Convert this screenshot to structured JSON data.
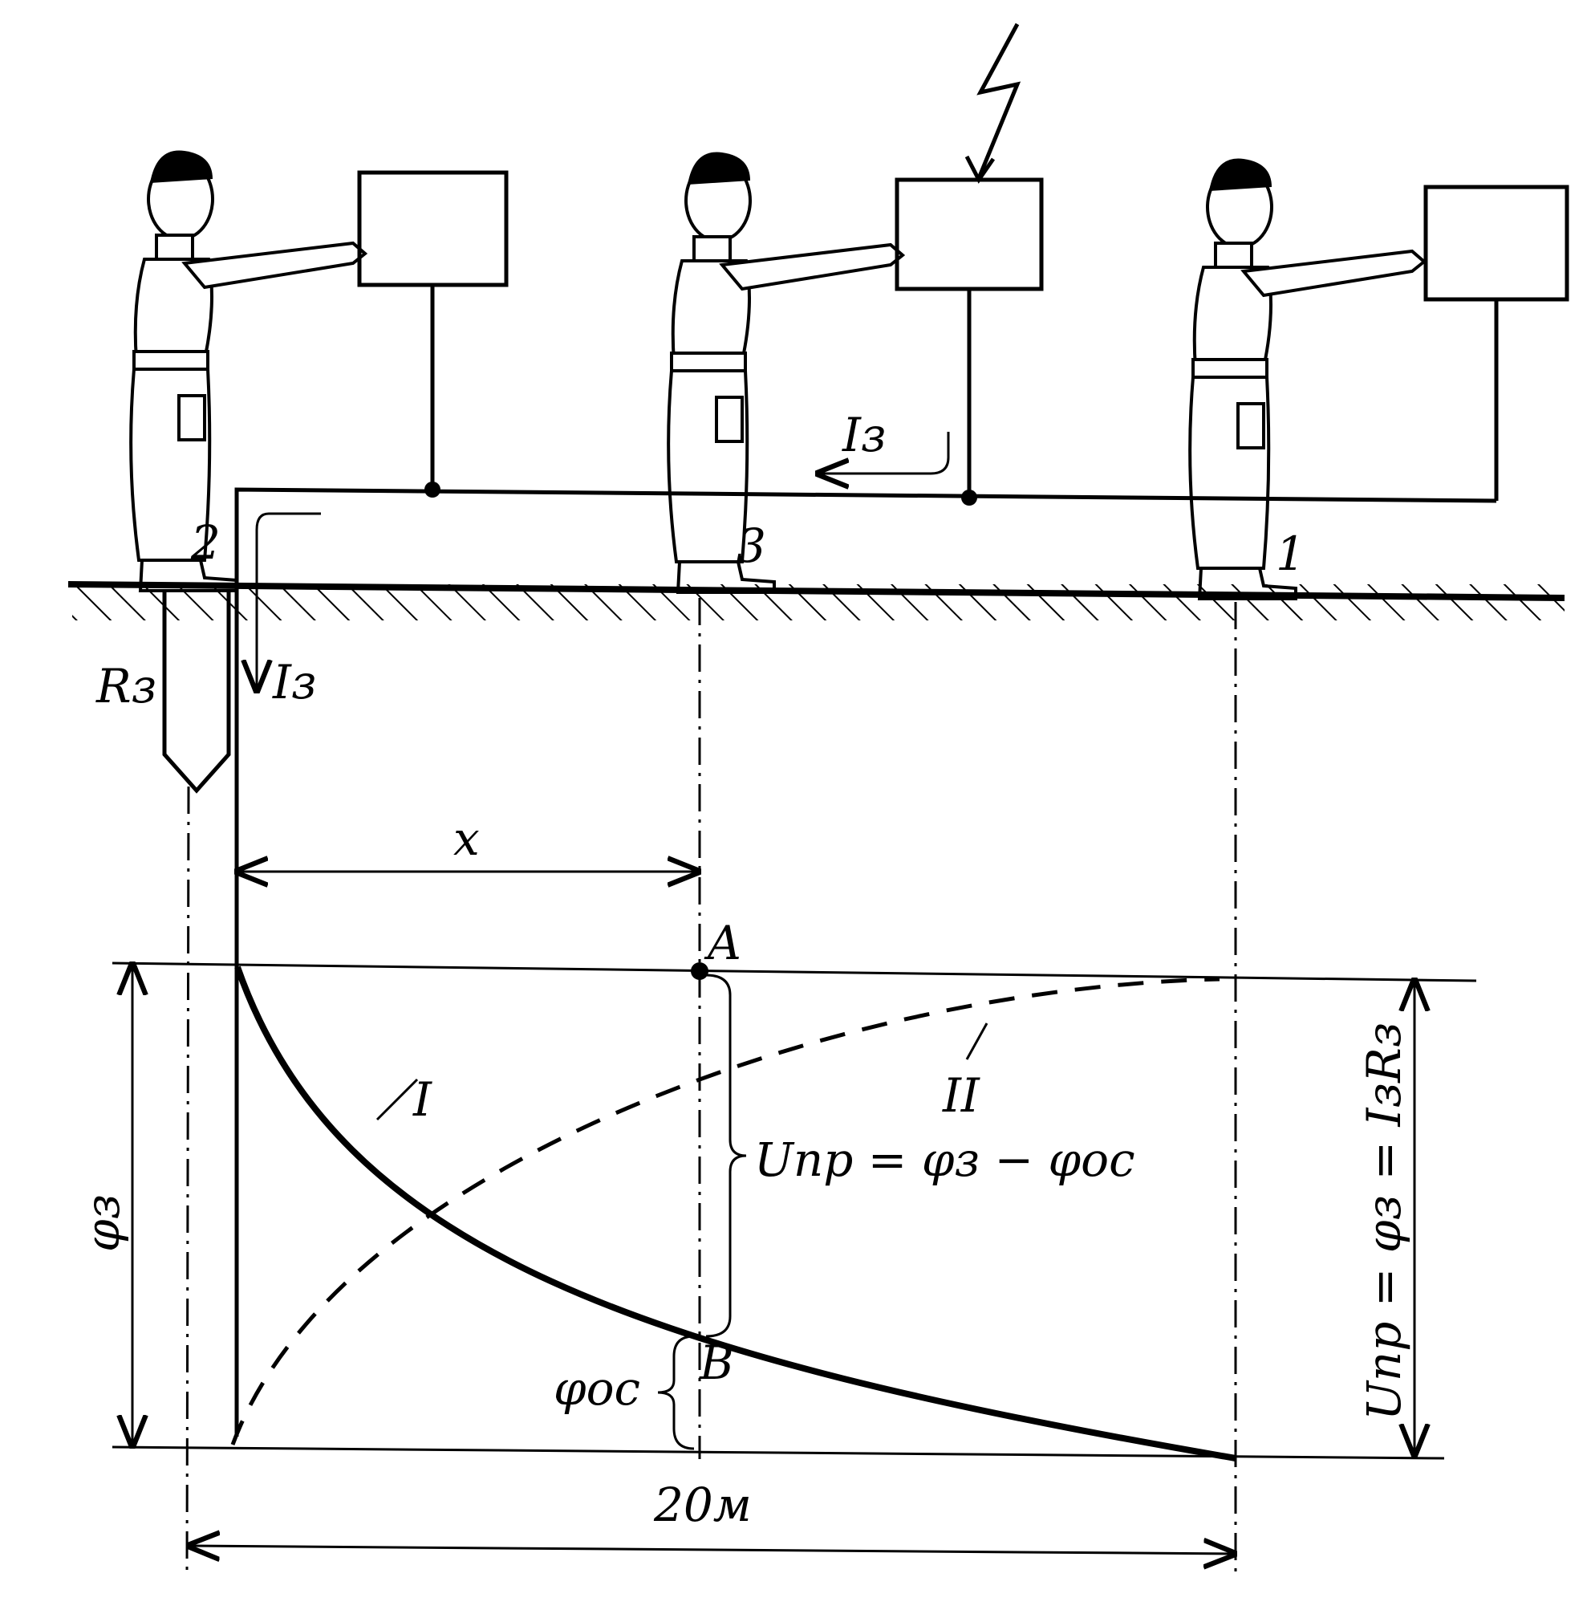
{
  "labels": {
    "person_2": "2",
    "person_3": "3",
    "person_1": "1",
    "current_top": "Iз",
    "current_down": "Iз",
    "electrode_resistance": "Rз",
    "distance_x": "x",
    "point_a": "A",
    "point_b": "B",
    "curve_1": "I",
    "curve_2": "II",
    "phi_z": "φз",
    "phi_os": "φос",
    "u_formula_mid": "Uпр = φз − φос",
    "u_formula_right": "Uпр = φз = IзRз",
    "distance_20m": "20м"
  }
}
